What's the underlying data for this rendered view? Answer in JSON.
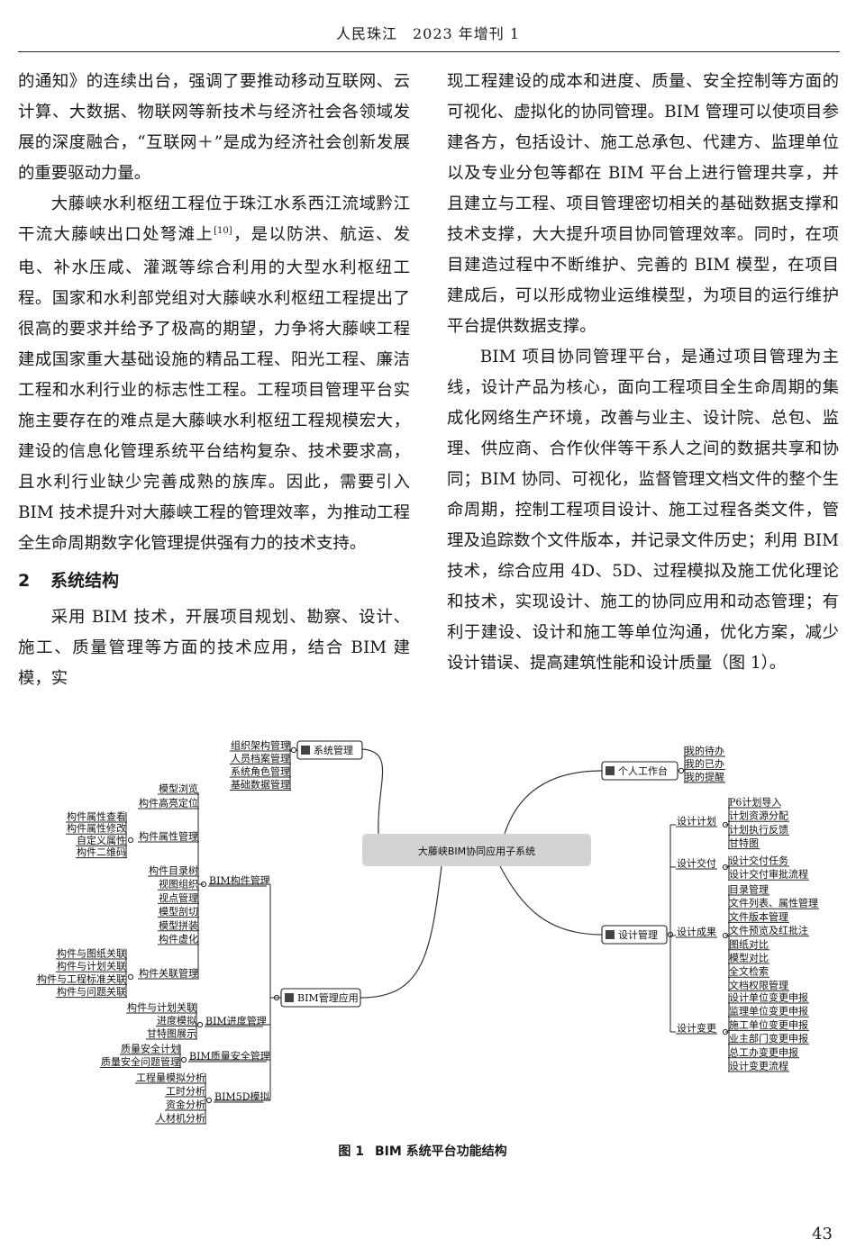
{
  "header": {
    "text": "人民珠江　2023 年增刊 1"
  },
  "left_column": {
    "p1": "的通知》的连续出台，强调了要推动移动互联网、云计算、大数据、物联网等新技术与经济社会各领域发展的深度融合，“互联网＋”是成为经济社会创新发展的重要驱动力量。",
    "p2_a": "大藤峡水利枢纽工程位于珠江水系西江流域黔江干流大藤峡出口处弩滩上",
    "p2_ref": "[10]",
    "p2_b": "，是以防洪、航运、发电、补水压咸、灌溉等综合利用的大型水利枢纽工程。国家和水利部党组对大藤峡水利枢纽工程提出了很高的要求并给予了极高的期望，力争将大藤峡工程建成国家重大基础设施的精品工程、阳光工程、廉洁工程和水利行业的标志性工程。工程项目管理平台实施主要存在的难点是大藤峡水利枢纽工程规模宏大，建设的信息化管理系统平台结构复杂、技术要求高，且水利行业缺少完善成熟的族库。因此，需要引入 BIM 技术提升对大藤峡工程的管理效率，为推动工程全生命周期数字化管理提供强有力的技术支持。",
    "section_num": "2",
    "section_title": "系统结构",
    "p3": "采用 BIM 技术，开展项目规划、勘察、设计、施工、质量管理等方面的技术应用，结合 BIM 建模，实"
  },
  "right_column": {
    "p1": "现工程建设的成本和进度、质量、安全控制等方面的可视化、虚拟化的协同管理。BIM 管理可以使项目参建各方，包括设计、施工总承包、代建方、监理单位以及专业分包等都在 BIM 平台上进行管理共享，并且建立与工程、项目管理密切相关的基础数据支撑和技术支撑，大大提升项目协同管理效率。同时，在项目建造过程中不断维护、完善的 BIM 模型，在项目建成后，可以形成物业运维模型，为项目的运行维护平台提供数据支撑。",
    "p2": "BIM 项目协同管理平台，是通过项目管理为主线，设计产品为核心，面向工程项目全生命周期的集成化网络生产环境，改善与业主、设计院、总包、监理、供应商、合作伙伴等干系人之间的数据共享和协同；BIM 协同、可视化，监督管理文档文件的整个生命周期，控制工程项目设计、施工过程各类文件，管理及追踪数个文件版本，并记录文件历史；利用 BIM 技术，综合应用 4D、5D、过程模拟及施工优化理论和技术，实现设计、施工的协同应用和动态管理；有利于建设、设计和施工等单位沟通，优化方案，减少设计错误、提高建筑性能和设计质量（图 1）。"
  },
  "figure": {
    "center": "大藤峡BIM协同应用子系统",
    "system_mgmt": {
      "label": "系统管理",
      "items": [
        "组织架构管理",
        "人员档案管理",
        "系统角色管理",
        "基础数据管理"
      ]
    },
    "personal": {
      "label": "个人工作台",
      "items": [
        "我的待办",
        "我的已办",
        "我的提醒"
      ]
    },
    "design_mgmt": {
      "label": "设计管理",
      "groups": [
        {
          "label": "设计计划",
          "items": [
            "P6计划导入",
            "计划资源分配",
            "计划执行反馈",
            "甘特图"
          ]
        },
        {
          "label": "设计交付",
          "items": [
            "设计交付任务",
            "设计交付审批流程"
          ]
        },
        {
          "label": "设计成果",
          "items": [
            "目录管理",
            "文件列表、属性管理",
            "文件版本管理",
            "文件预览及红批注",
            "图纸对比",
            "模型对比",
            "全文检索",
            "文档权限管理"
          ]
        },
        {
          "label": "设计变更",
          "items": [
            "设计单位变更申报",
            "监理单位变更申报",
            "施工单位变更申报",
            "业主部门变更申报",
            "总工办变更申报",
            "设计变更流程"
          ]
        }
      ]
    },
    "bim_app": {
      "label": "BIM管理应用",
      "component_mgmt": {
        "label": "BIM构件管理",
        "pre_items": [
          "模型浏览",
          "构件高亮定位"
        ],
        "attr_group": {
          "label": "构件属性管理",
          "items": [
            "构件属性查看",
            "构件属性修改",
            "自定义属性",
            "构件二维码"
          ]
        },
        "mid_items": [
          "构件目录树",
          "视图组织",
          "视点管理",
          "模型剖切",
          "模型拼装",
          "构件虚化"
        ],
        "link_group": {
          "label": "构件关联管理",
          "items": [
            "构件与图纸关联",
            "构件与计划关联",
            "构件与工程标准关联",
            "构件与问题关联"
          ]
        }
      },
      "progress": {
        "label": "BIM进度管理",
        "items": [
          "构件与计划关联",
          "进度模拟",
          "甘特图展示"
        ]
      },
      "quality": {
        "label": "BIM质量安全管理",
        "items": [
          "质量安全计划",
          "质量安全问题管理"
        ]
      },
      "sim5d": {
        "label": "BIM5D模拟",
        "items": [
          "工程量模拟分析",
          "工时分析",
          "资金分析",
          "人材机分析"
        ]
      }
    },
    "caption_num": "图 1",
    "caption_text": "BIM 系统平台功能结构"
  },
  "page_number": "43"
}
